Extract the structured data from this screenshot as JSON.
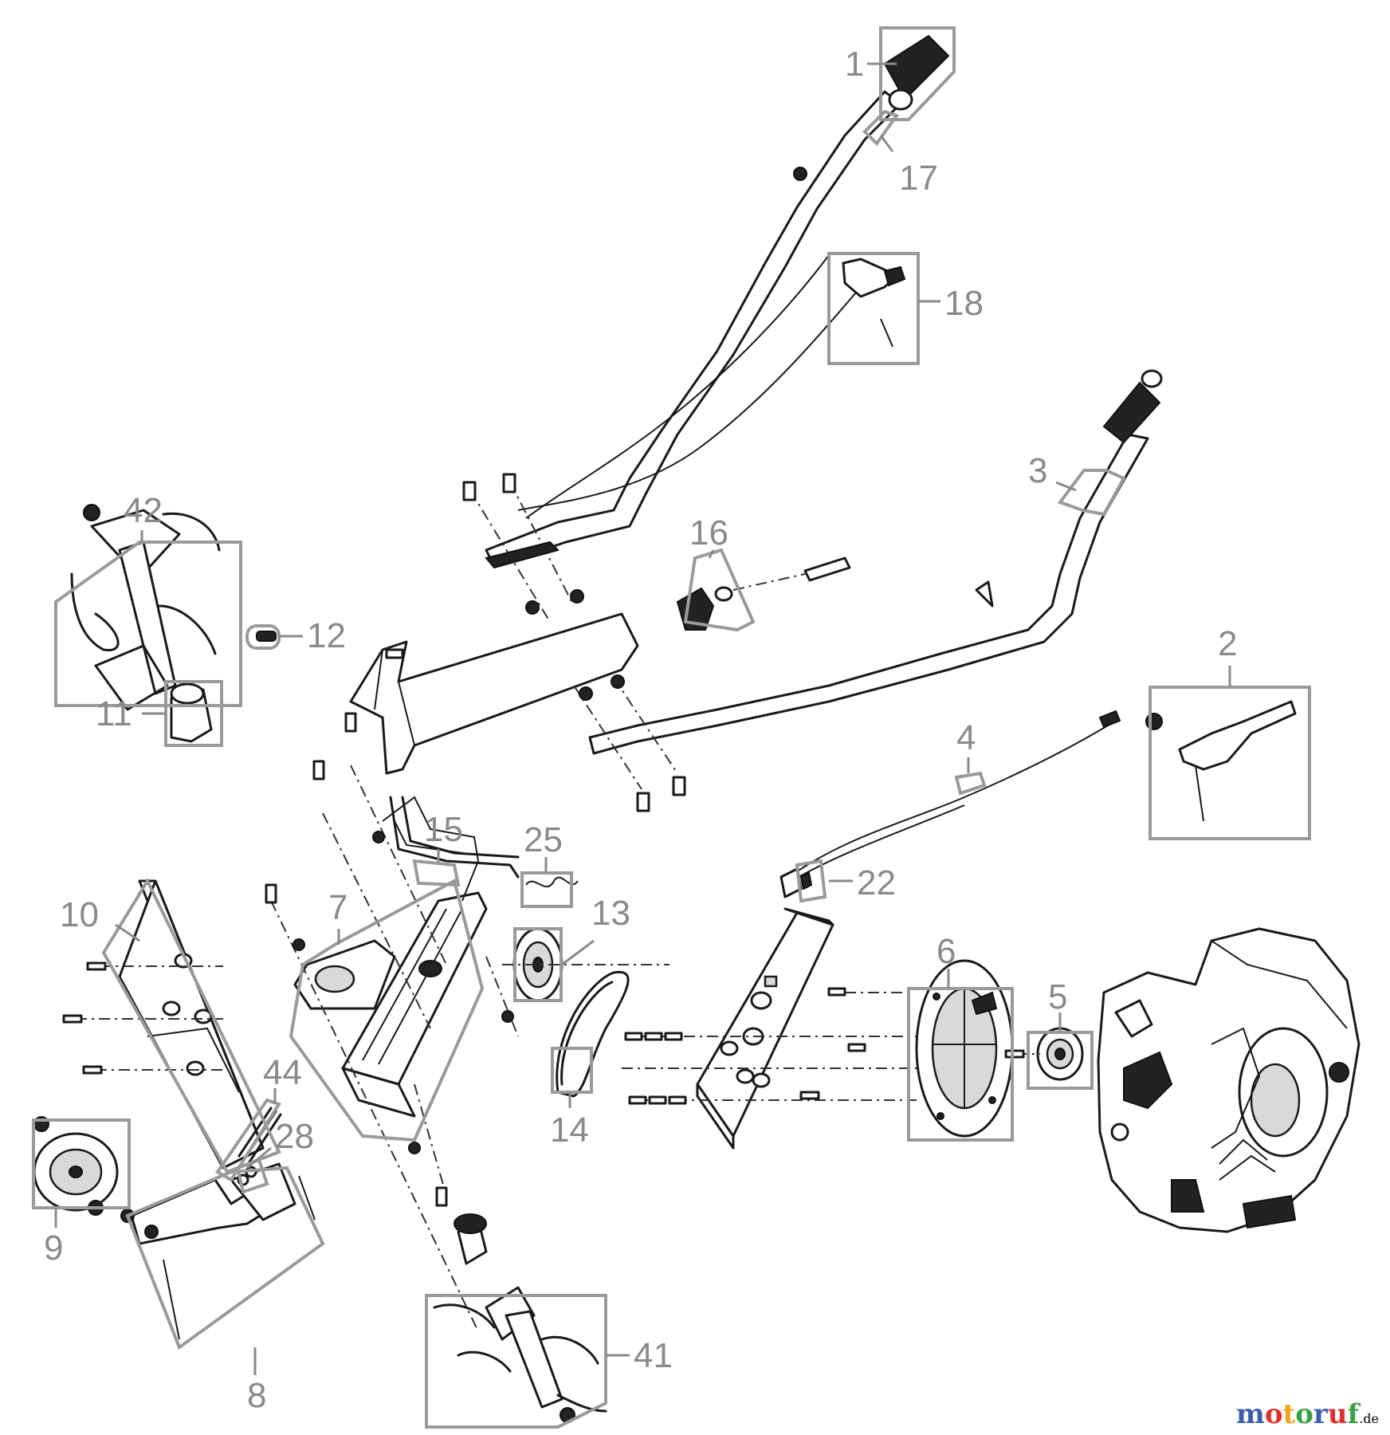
{
  "labels": {
    "p1": "1",
    "p2": "2",
    "p3": "3",
    "p4": "4",
    "p5": "5",
    "p6": "6",
    "p7": "7",
    "p8": "8",
    "p9": "9",
    "p10": "10",
    "p11": "11",
    "p12": "12",
    "p13": "13",
    "p14": "14",
    "p15": "15",
    "p16": "16",
    "p17": "17",
    "p18": "18",
    "p22": "22",
    "p25": "25",
    "p28": "28",
    "p41": "41",
    "p42": "42",
    "p44": "44"
  },
  "watermark": {
    "brand": "motoruf",
    "suffix": ".de",
    "colors": [
      "#3b5fb0",
      "#e2312d",
      "#f3a21b",
      "#3aa146",
      "#3b5fb0",
      "#e2312d",
      "#3aa146"
    ]
  }
}
